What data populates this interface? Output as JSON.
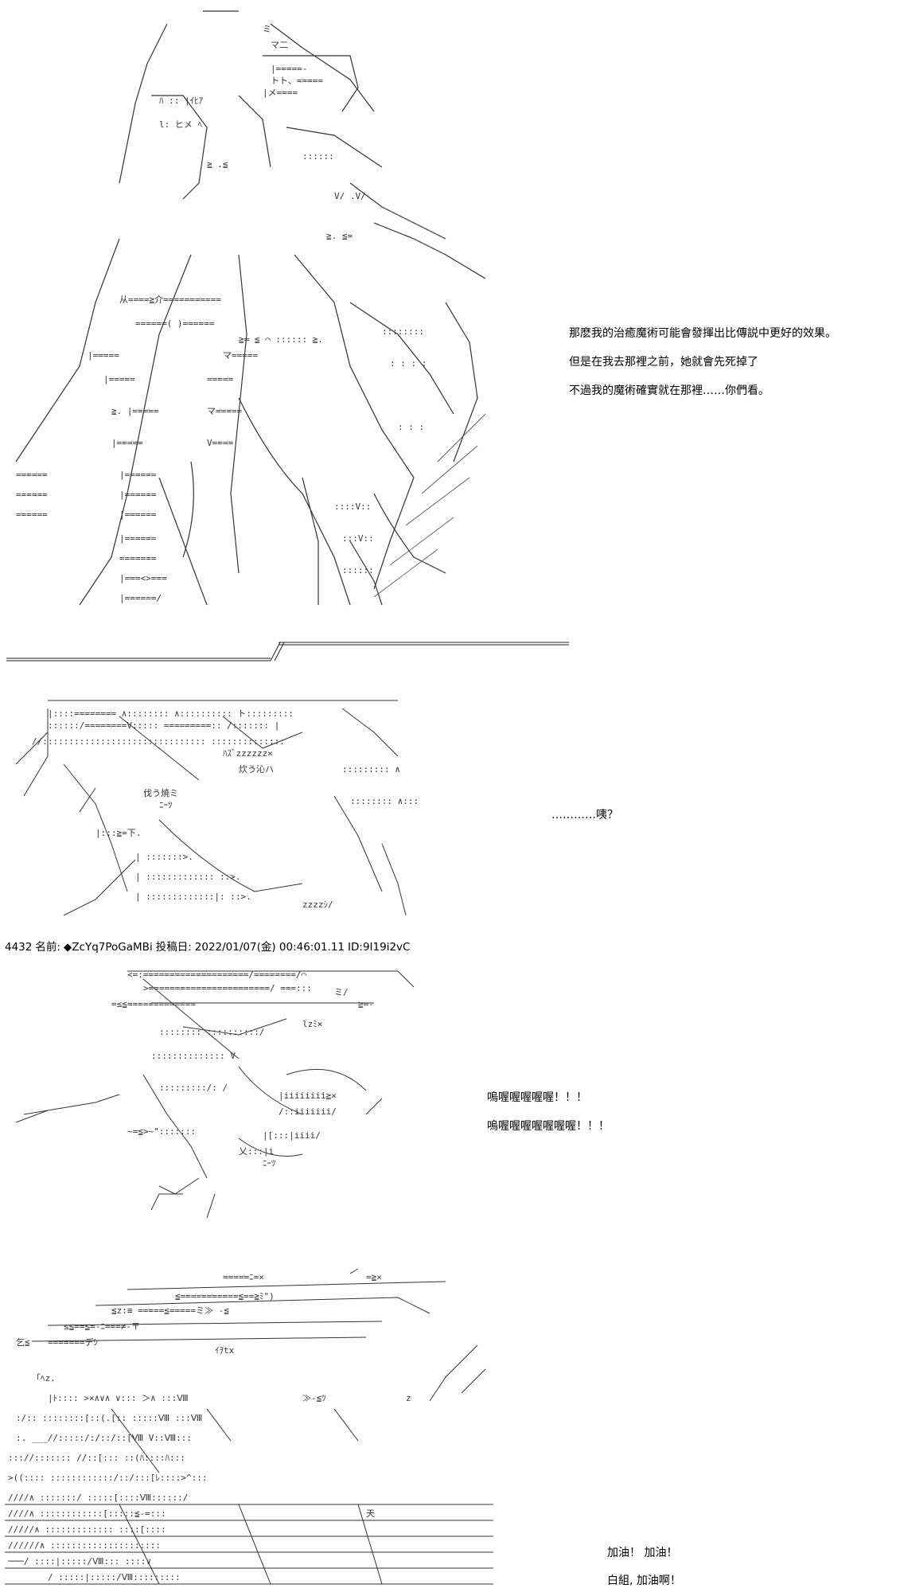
{
  "panels": [
    {
      "id": "panel-1",
      "lines": [
        "那麽我的治癒魔術可能會發揮出比傳説中更好的效果。",
        "但是在我去那裡之前，她就會先死掉了",
        "不過我的魔術確實就在那裡……你們看。"
      ]
    },
    {
      "id": "panel-2",
      "lines": [
        "…………咦？"
      ]
    },
    {
      "id": "panel-3",
      "lines": [
        "嗚喔喔喔喔喔！！！",
        "嗚喔喔喔喔喔喔喔！！！"
      ]
    },
    {
      "id": "panel-4",
      "lines": [
        "加油！ 加油！",
        "白組, 加油啊！"
      ]
    }
  ],
  "post_header": {
    "number": "4432",
    "name_label": "名前:",
    "trip": "◆ZcYq7PoGaMBi",
    "date_label": "投稿日:",
    "datetime": "2022/01/07(金) 00:46:01.11",
    "id": "ID:9I19i2vC"
  },
  "panel2_sfx": [
    "ﾊｽﾞzzzzzz×",
    "炊う沁ハ",
    "伐う焼ミ",
    "ﾆｰﾂ",
    "zzzzｼ/"
  ],
  "panel3_sfx": [
    "ミ/",
    "≧=-",
    "lzﾐ×"
  ],
  "panel4_sfx": [
    "乞≦",
    "ｲｦtx",
    "≫-≦ﾂ",
    "z",
    "天"
  ],
  "colors": {
    "text": "#000000",
    "background": "#ffffff",
    "art": "#333333"
  }
}
